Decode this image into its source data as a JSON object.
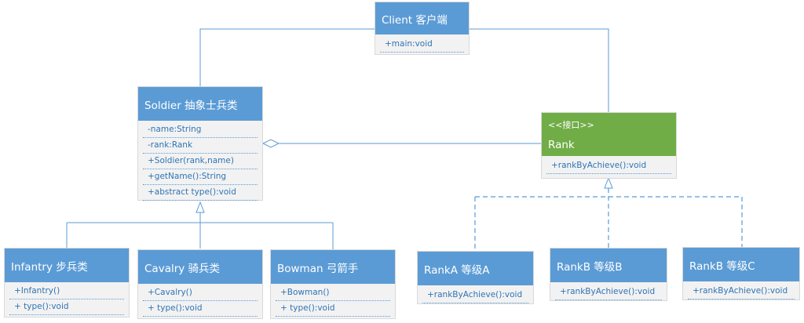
{
  "diagram": {
    "client": {
      "name": "Client 客户端",
      "members": [
        "+main:void"
      ]
    },
    "soldier": {
      "name": "Soldier 抽象士兵类",
      "members": [
        "-name:String",
        "-rank:Rank",
        "+Soldier(rank,name)",
        "+getName():String",
        "+abstract type():void"
      ]
    },
    "rank": {
      "stereotype": "<<接口>>",
      "name": "Rank",
      "members": [
        "+rankByAchieve():void"
      ]
    },
    "infantry": {
      "name": "Infantry 步兵类",
      "members": [
        "+Infantry()",
        "+ type():void"
      ]
    },
    "cavalry": {
      "name": "Cavalry 骑兵类",
      "members": [
        "+Cavalry()",
        "+ type():void"
      ]
    },
    "bowman": {
      "name": "Bowman 弓箭手",
      "members": [
        "+Bowman()",
        "+ type():void"
      ]
    },
    "ranka": {
      "name": "RankA 等级A",
      "members": [
        "+rankByAchieve():void"
      ]
    },
    "rankb": {
      "name": "RankB 等级B",
      "members": [
        "+rankByAchieve():void"
      ]
    },
    "rankc": {
      "name": "RankB 等级C",
      "members": [
        "+rankByAchieve():void"
      ]
    },
    "colors": {
      "class_header": "#5b9bd5",
      "interface_header": "#70ad47",
      "connector": "#5b9bd5"
    }
  }
}
